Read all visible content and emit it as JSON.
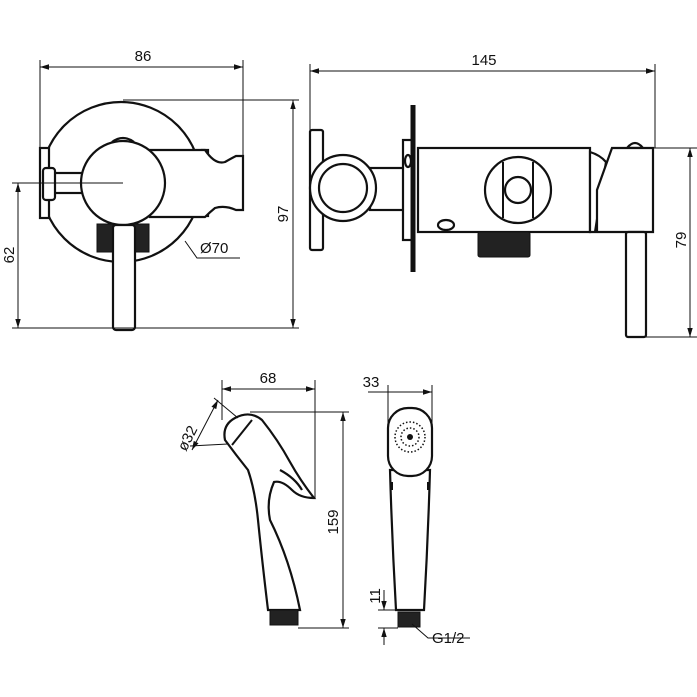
{
  "title": "Wall-mounted bidet shower mixer technical drawing",
  "dimensions": {
    "front_width": "86",
    "side_width": "145",
    "front_height": "97",
    "axis_height": "62",
    "rosette_diameter": "Ø70",
    "side_height": "79",
    "handshower_length": "68",
    "handshower_width": "33",
    "head_diameter": "ø32",
    "handshower_height": "159",
    "nozzle_length": "11",
    "thread": "G1/2"
  }
}
